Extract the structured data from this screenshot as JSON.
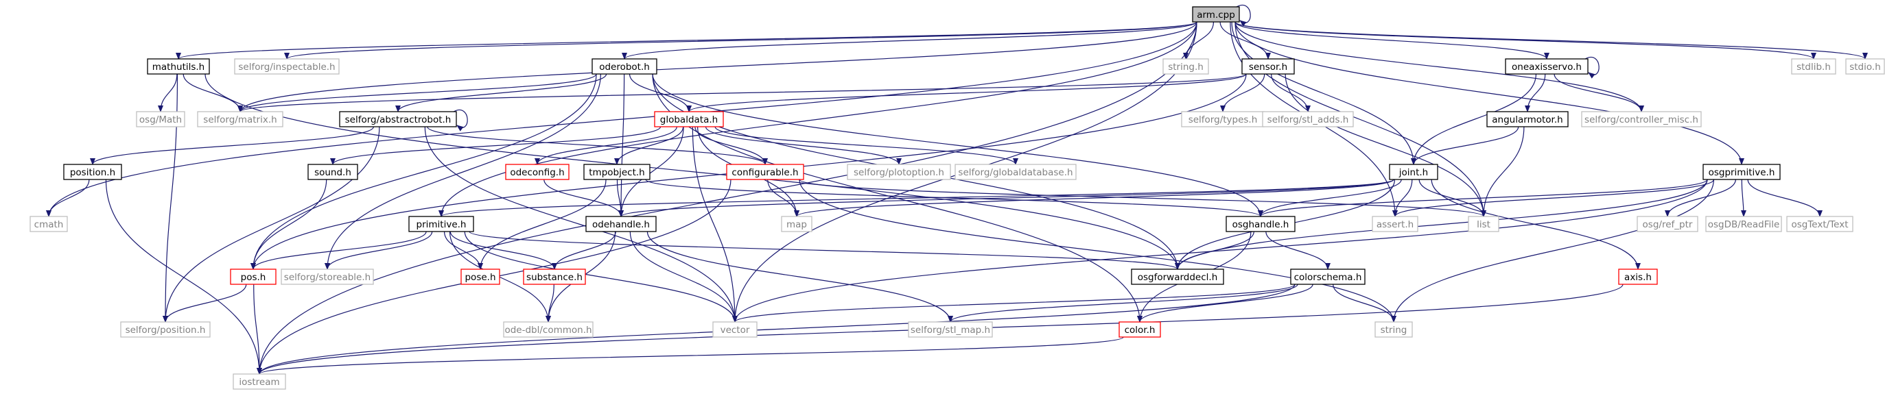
{
  "colors": {
    "edge": "#191970",
    "root_fill": "#bfbfbf",
    "documented_stroke": "#000000",
    "missing_stroke": "#bfbfbf",
    "highlight_stroke": "#ff0000",
    "label": "#000000",
    "missing_label": "#828282"
  },
  "nodes": [
    {
      "id": "arm_cpp",
      "label": "arm.cpp",
      "kind": "root"
    },
    {
      "id": "mathutils_h",
      "label": "mathutils.h",
      "kind": "documented"
    },
    {
      "id": "selforg_inspectable_h",
      "label": "selforg/inspectable.h",
      "kind": "missing"
    },
    {
      "id": "oderobot_h",
      "label": "oderobot.h",
      "kind": "documented"
    },
    {
      "id": "string_h",
      "label": "string.h",
      "kind": "missing"
    },
    {
      "id": "sensor_h",
      "label": "sensor.h",
      "kind": "documented"
    },
    {
      "id": "oneaxisservo_h",
      "label": "oneaxisservo.h",
      "kind": "documented"
    },
    {
      "id": "stdlib_h",
      "label": "stdlib.h",
      "kind": "missing"
    },
    {
      "id": "stdio_h",
      "label": "stdio.h",
      "kind": "missing"
    },
    {
      "id": "osg_math",
      "label": "osg/Math",
      "kind": "missing"
    },
    {
      "id": "selforg_matrix_h",
      "label": "selforg/matrix.h",
      "kind": "missing"
    },
    {
      "id": "selforg_abstractrobot_h",
      "label": "selforg/abstractrobot.h",
      "kind": "documented"
    },
    {
      "id": "globaldata_h",
      "label": "globaldata.h",
      "kind": "highlight"
    },
    {
      "id": "selforg_types_h",
      "label": "selforg/types.h",
      "kind": "missing"
    },
    {
      "id": "selforg_stl_adds_h",
      "label": "selforg/stl_adds.h",
      "kind": "missing"
    },
    {
      "id": "angularmotor_h",
      "label": "angularmotor.h",
      "kind": "documented"
    },
    {
      "id": "selforg_controller_misc_h",
      "label": "selforg/controller_misc.h",
      "kind": "missing"
    },
    {
      "id": "position_h",
      "label": "position.h",
      "kind": "documented"
    },
    {
      "id": "sound_h",
      "label": "sound.h",
      "kind": "documented"
    },
    {
      "id": "odeconfig_h",
      "label": "odeconfig.h",
      "kind": "highlight"
    },
    {
      "id": "tmpobject_h",
      "label": "tmpobject.h",
      "kind": "documented"
    },
    {
      "id": "configurable_h",
      "label": "configurable.h",
      "kind": "highlight"
    },
    {
      "id": "selforg_plotoption_h",
      "label": "selforg/plotoption.h",
      "kind": "missing"
    },
    {
      "id": "selforg_globaldatabase_h",
      "label": "selforg/globaldatabase.h",
      "kind": "missing"
    },
    {
      "id": "joint_h",
      "label": "joint.h",
      "kind": "documented"
    },
    {
      "id": "osgprimitive_h",
      "label": "osgprimitive.h",
      "kind": "documented"
    },
    {
      "id": "cmath_a",
      "label": "cmath",
      "kind": "missing"
    },
    {
      "id": "cmath_b",
      "label": "cmath",
      "kind": "missing"
    },
    {
      "id": "primitive_h",
      "label": "primitive.h",
      "kind": "documented"
    },
    {
      "id": "map",
      "label": "map",
      "kind": "missing"
    },
    {
      "id": "odehandle_h",
      "label": "odehandle.h",
      "kind": "documented"
    },
    {
      "id": "osghandle_h",
      "label": "osghandle.h",
      "kind": "documented"
    },
    {
      "id": "assert_h",
      "label": "assert.h",
      "kind": "missing"
    },
    {
      "id": "list",
      "label": "list",
      "kind": "missing"
    },
    {
      "id": "osg_ref_ptr",
      "label": "osg/ref_ptr",
      "kind": "missing"
    },
    {
      "id": "osgdb_readfile",
      "label": "osgDB/ReadFile",
      "kind": "missing"
    },
    {
      "id": "osgtext_text",
      "label": "osgText/Text",
      "kind": "missing"
    },
    {
      "id": "pos_h",
      "label": "pos.h",
      "kind": "highlight"
    },
    {
      "id": "selforg_storeable_h",
      "label": "selforg/storeable.h",
      "kind": "missing"
    },
    {
      "id": "pose_h",
      "label": "pose.h",
      "kind": "highlight"
    },
    {
      "id": "substance_h",
      "label": "substance.h",
      "kind": "highlight"
    },
    {
      "id": "osgforwarddecl_h",
      "label": "osgforwarddecl.h",
      "kind": "documented"
    },
    {
      "id": "colorschema_h",
      "label": "colorschema.h",
      "kind": "documented"
    },
    {
      "id": "axis_h",
      "label": "axis.h",
      "kind": "highlight"
    },
    {
      "id": "selforg_position_h",
      "label": "selforg/position.h",
      "kind": "missing"
    },
    {
      "id": "ode_dbl_common_h",
      "label": "ode-dbl/common.h",
      "kind": "missing"
    },
    {
      "id": "vector",
      "label": "vector",
      "kind": "missing"
    },
    {
      "id": "selforg_stl_map_h",
      "label": "selforg/stl_map.h",
      "kind": "missing"
    },
    {
      "id": "color_h",
      "label": "color.h",
      "kind": "highlight"
    },
    {
      "id": "string",
      "label": "string",
      "kind": "missing"
    },
    {
      "id": "iostream",
      "label": "iostream",
      "kind": "missing"
    }
  ],
  "edges": [
    [
      "arm_cpp",
      "mathutils_h"
    ],
    [
      "arm_cpp",
      "selforg_inspectable_h"
    ],
    [
      "arm_cpp",
      "oderobot_h"
    ],
    [
      "arm_cpp",
      "string_h"
    ],
    [
      "arm_cpp",
      "sensor_h"
    ],
    [
      "arm_cpp",
      "oneaxisservo_h"
    ],
    [
      "arm_cpp",
      "stdlib_h"
    ],
    [
      "arm_cpp",
      "stdio_h"
    ],
    [
      "arm_cpp",
      "arm_cpp"
    ],
    [
      "arm_cpp",
      "selforg_matrix_h"
    ],
    [
      "arm_cpp",
      "cmath_a"
    ],
    [
      "arm_cpp",
      "iostream"
    ],
    [
      "arm_cpp",
      "primitive_h"
    ],
    [
      "arm_cpp",
      "vector"
    ],
    [
      "arm_cpp",
      "assert_h"
    ],
    [
      "arm_cpp",
      "joint_h"
    ],
    [
      "arm_cpp",
      "list"
    ],
    [
      "arm_cpp",
      "selforg_controller_misc_h"
    ],
    [
      "arm_cpp",
      "osgprimitive_h"
    ],
    [
      "mathutils_h",
      "osg_math"
    ],
    [
      "mathutils_h",
      "selforg_matrix_h"
    ],
    [
      "mathutils_h",
      "selforg_position_h"
    ],
    [
      "mathutils_h",
      "osgforwarddecl_h"
    ],
    [
      "oderobot_h",
      "selforg_abstractrobot_h"
    ],
    [
      "oderobot_h",
      "globaldata_h"
    ],
    [
      "oderobot_h",
      "odehandle_h"
    ],
    [
      "oderobot_h",
      "osghandle_h"
    ],
    [
      "oderobot_h",
      "pos_h"
    ],
    [
      "oderobot_h",
      "osgforwarddecl_h"
    ],
    [
      "oderobot_h",
      "color_h"
    ],
    [
      "oderobot_h",
      "selforg_storeable_h"
    ],
    [
      "oderobot_h",
      "selforg_matrix_h"
    ],
    [
      "sensor_h",
      "selforg_types_h"
    ],
    [
      "sensor_h",
      "selforg_stl_adds_h"
    ],
    [
      "sensor_h",
      "list"
    ],
    [
      "sensor_h",
      "selforg_matrix_h"
    ],
    [
      "sensor_h",
      "globaldata_h"
    ],
    [
      "sensor_h",
      "pos_h"
    ],
    [
      "oneaxisservo_h",
      "oneaxisservo_h"
    ],
    [
      "oneaxisservo_h",
      "angularmotor_h"
    ],
    [
      "oneaxisservo_h",
      "joint_h"
    ],
    [
      "oneaxisservo_h",
      "selforg_controller_misc_h"
    ],
    [
      "selforg_abstractrobot_h",
      "selforg_abstractrobot_h"
    ],
    [
      "selforg_abstractrobot_h",
      "position_h"
    ],
    [
      "selforg_abstractrobot_h",
      "selforg_position_h"
    ],
    [
      "selforg_abstractrobot_h",
      "vector"
    ],
    [
      "selforg_abstractrobot_h",
      "configurable_h"
    ],
    [
      "globaldata_h",
      "sound_h"
    ],
    [
      "globaldata_h",
      "odeconfig_h"
    ],
    [
      "globaldata_h",
      "tmpobject_h"
    ],
    [
      "globaldata_h",
      "selforg_plotoption_h"
    ],
    [
      "globaldata_h",
      "selforg_globaldatabase_h"
    ],
    [
      "globaldata_h",
      "odehandle_h"
    ],
    [
      "globaldata_h",
      "map"
    ],
    [
      "globaldata_h",
      "vector"
    ],
    [
      "globaldata_h",
      "configurable_h"
    ],
    [
      "angularmotor_h",
      "joint_h"
    ],
    [
      "angularmotor_h",
      "list"
    ],
    [
      "position_h",
      "cmath_b"
    ],
    [
      "position_h",
      "iostream"
    ],
    [
      "sound_h",
      "pos_h"
    ],
    [
      "odeconfig_h",
      "odehandle_h"
    ],
    [
      "tmpobject_h",
      "odehandle_h"
    ],
    [
      "tmpobject_h",
      "osghandle_h"
    ],
    [
      "tmpobject_h",
      "pose_h"
    ],
    [
      "configurable_h",
      "map"
    ],
    [
      "configurable_h",
      "list"
    ],
    [
      "configurable_h",
      "string"
    ],
    [
      "configurable_h",
      "iostream"
    ],
    [
      "joint_h",
      "primitive_h"
    ],
    [
      "joint_h",
      "odehandle_h"
    ],
    [
      "joint_h",
      "osghandle_h"
    ],
    [
      "joint_h",
      "assert_h"
    ],
    [
      "joint_h",
      "list"
    ],
    [
      "joint_h",
      "axis_h"
    ],
    [
      "joint_h",
      "osgforwarddecl_h"
    ],
    [
      "joint_h",
      "map"
    ],
    [
      "osgprimitive_h",
      "osg_ref_ptr"
    ],
    [
      "osgprimitive_h",
      "osgdb_readfile"
    ],
    [
      "osgprimitive_h",
      "osgtext_text"
    ],
    [
      "osgprimitive_h",
      "osghandle_h"
    ],
    [
      "osgprimitive_h",
      "osgforwarddecl_h"
    ],
    [
      "osgprimitive_h",
      "string"
    ],
    [
      "osgprimitive_h",
      "vector"
    ],
    [
      "osgprimitive_h",
      "assert_h"
    ],
    [
      "primitive_h",
      "pos_h"
    ],
    [
      "primitive_h",
      "selforg_storeable_h"
    ],
    [
      "primitive_h",
      "pose_h"
    ],
    [
      "primitive_h",
      "substance_h"
    ],
    [
      "primitive_h",
      "osgforwarddecl_h"
    ],
    [
      "primitive_h",
      "ode_dbl_common_h"
    ],
    [
      "primitive_h",
      "vector"
    ],
    [
      "odehandle_h",
      "substance_h"
    ],
    [
      "odehandle_h",
      "ode_dbl_common_h"
    ],
    [
      "odehandle_h",
      "vector"
    ],
    [
      "odehandle_h",
      "selforg_stl_map_h"
    ],
    [
      "osghandle_h",
      "osgforwarddecl_h"
    ],
    [
      "osghandle_h",
      "colorschema_h"
    ],
    [
      "osghandle_h",
      "color_h"
    ],
    [
      "pos_h",
      "selforg_position_h"
    ],
    [
      "pos_h",
      "iostream"
    ],
    [
      "substance_h",
      "ode_dbl_common_h"
    ],
    [
      "colorschema_h",
      "color_h"
    ],
    [
      "colorschema_h",
      "selforg_stl_map_h"
    ],
    [
      "colorschema_h",
      "string"
    ],
    [
      "colorschema_h",
      "vector"
    ],
    [
      "colorschema_h",
      "iostream"
    ],
    [
      "axis_h",
      "iostream"
    ],
    [
      "color_h",
      "iostream"
    ]
  ]
}
